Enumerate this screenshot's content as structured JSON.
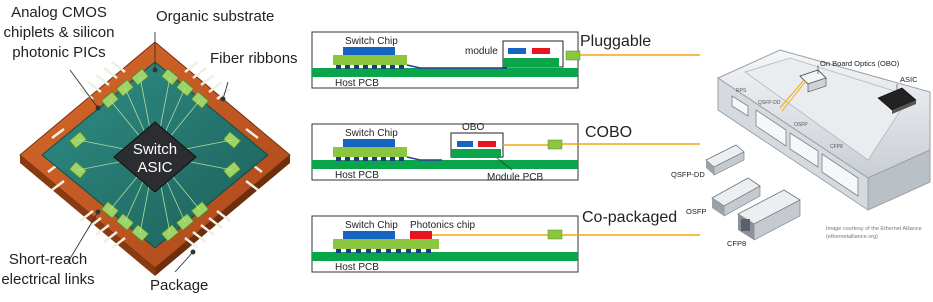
{
  "chip_panel": {
    "labels": {
      "chiplets": [
        "Analog CMOS",
        "chiplets & silicon",
        "photonic PICs"
      ],
      "organic_substrate": "Organic substrate",
      "fiber_ribbons": "Fiber ribbons",
      "switch_asic": [
        "Switch",
        "ASIC"
      ],
      "short_reach": [
        "Short-reach",
        "electrical links"
      ],
      "package": "Package"
    }
  },
  "schematics": [
    {
      "title": "Pluggable",
      "switch_chip": "Switch Chip",
      "host_pcb": "Host PCB",
      "module": "module"
    },
    {
      "title": "COBO",
      "switch_chip": "Switch Chip",
      "host_pcb": "Host PCB",
      "obo": "OBO",
      "module_pcb": "Module PCB"
    },
    {
      "title": "Co-packaged",
      "switch_chip": "Switch Chip",
      "host_pcb": "Host PCB",
      "photonics_chip": "Photonics chip"
    }
  ],
  "render_panel": {
    "labels": {
      "obo": "On Board Optics (OBO)",
      "asic": "ASIC",
      "qsfp_dd": "QSFP-DD",
      "osfp": "OSFP",
      "cfp8": "CFP8"
    },
    "slot_labels": [
      "RPS",
      "QSFP-DD",
      "OSFP",
      "CFP8"
    ],
    "credit": [
      "Image courtesy of the Ethernet Alliance",
      "(ethernetalliance.org)"
    ]
  },
  "colors": {
    "pcb_green": "#0aa54a",
    "substrate_light_green": "#8cc63f",
    "chip_blue": "#1565c0",
    "module_red": "#e8141e",
    "fiber_yellow": "#f3a90a",
    "package_orange": "#c8561b",
    "substrate_teal": "#227a72",
    "asic_dark": "#2b2d30"
  }
}
